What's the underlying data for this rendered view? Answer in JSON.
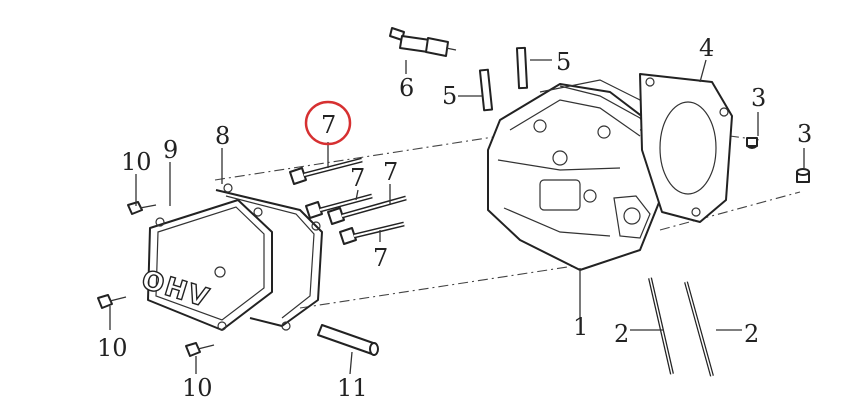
{
  "diagram": {
    "callouts": [
      {
        "id": "c1",
        "text": "1"
      },
      {
        "id": "c2a",
        "text": "2"
      },
      {
        "id": "c2b",
        "text": "2"
      },
      {
        "id": "c3a",
        "text": "3"
      },
      {
        "id": "c3b",
        "text": "3"
      },
      {
        "id": "c4",
        "text": "4"
      },
      {
        "id": "c5a",
        "text": "5"
      },
      {
        "id": "c5b",
        "text": "5"
      },
      {
        "id": "c6",
        "text": "6"
      },
      {
        "id": "c7a",
        "text": "7"
      },
      {
        "id": "c7b",
        "text": "7"
      },
      {
        "id": "c7c",
        "text": "7"
      },
      {
        "id": "c7d",
        "text": "7"
      },
      {
        "id": "c8",
        "text": "8"
      },
      {
        "id": "c9",
        "text": "9"
      },
      {
        "id": "c10a",
        "text": "10"
      },
      {
        "id": "c10b",
        "text": "10"
      },
      {
        "id": "c10c",
        "text": "10"
      },
      {
        "id": "c11",
        "text": "11"
      }
    ],
    "cover_text": "OHV",
    "highlight_color": "#d63031",
    "highlighted_callout": "c7a"
  }
}
